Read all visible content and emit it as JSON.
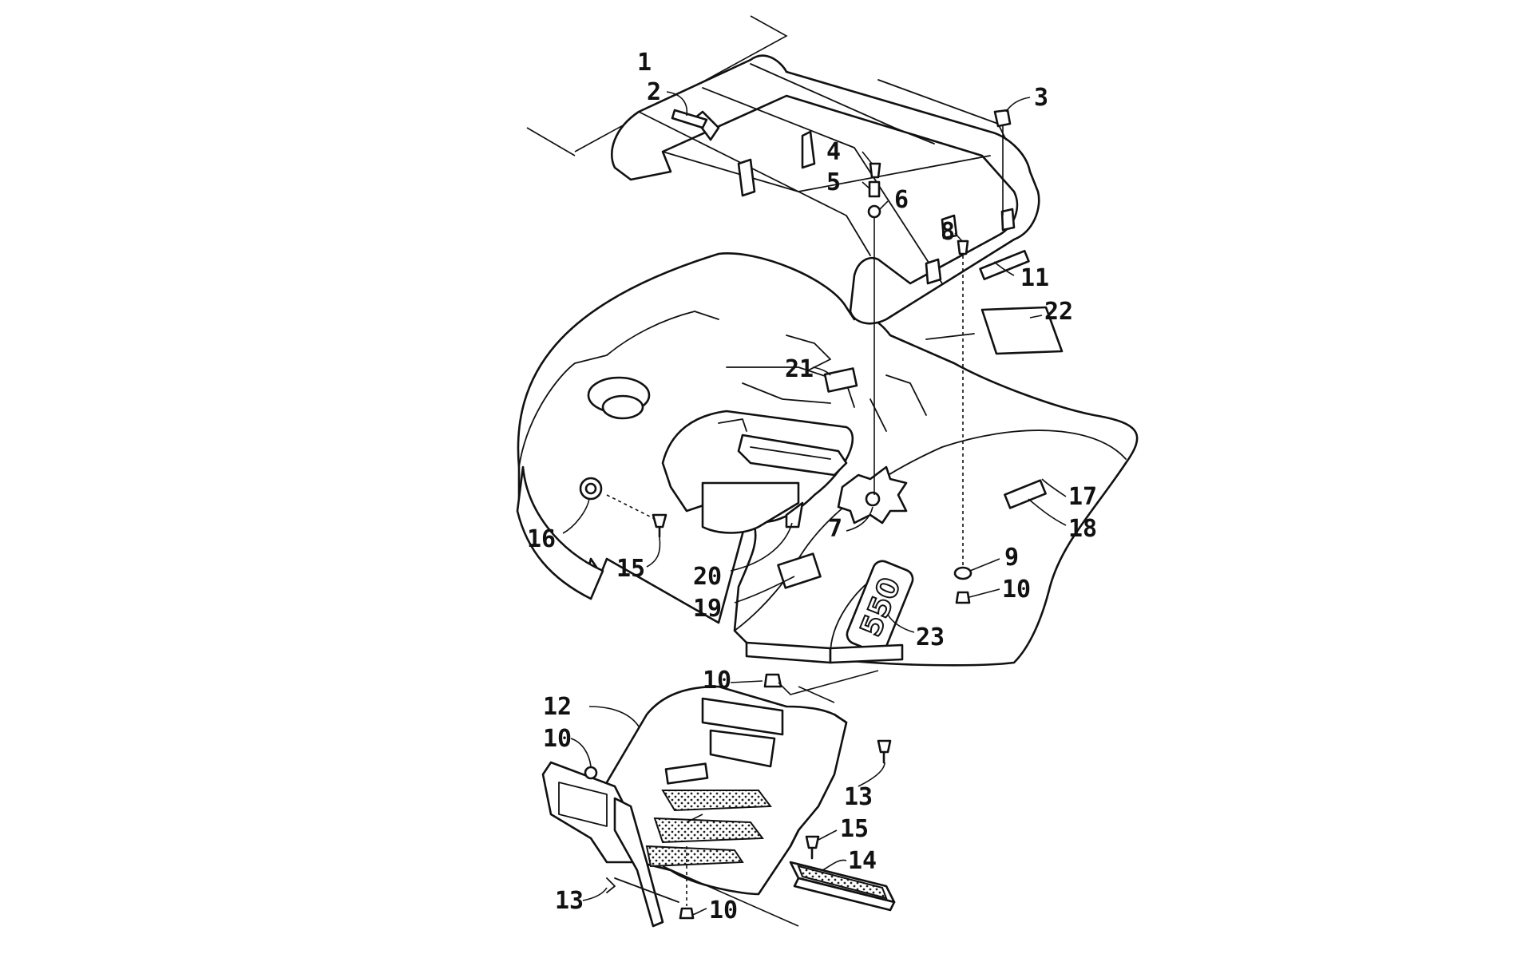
{
  "diagram": {
    "emblem_text": "550",
    "callouts": [
      "1",
      "2",
      "3",
      "4",
      "5",
      "6",
      "8",
      "11",
      "22",
      "21",
      "17",
      "18",
      "16",
      "15",
      "7",
      "20",
      "19",
      "9",
      "10",
      "23",
      "10",
      "12",
      "10",
      "13",
      "15",
      "14",
      "13",
      "10"
    ]
  }
}
